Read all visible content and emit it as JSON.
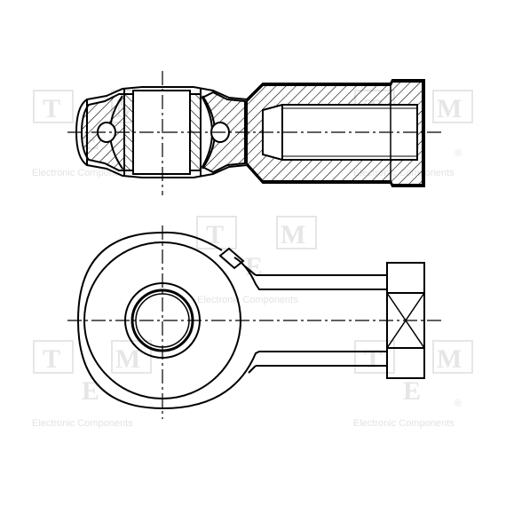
{
  "watermark": {
    "letters": [
      "T",
      "M",
      "E"
    ],
    "tagline": "Electronic Components",
    "registered": "®",
    "color": "#e3e3e3"
  },
  "drawing": {
    "line_color": "#000000",
    "hatch_color": "#000000",
    "background": "#ffffff"
  }
}
